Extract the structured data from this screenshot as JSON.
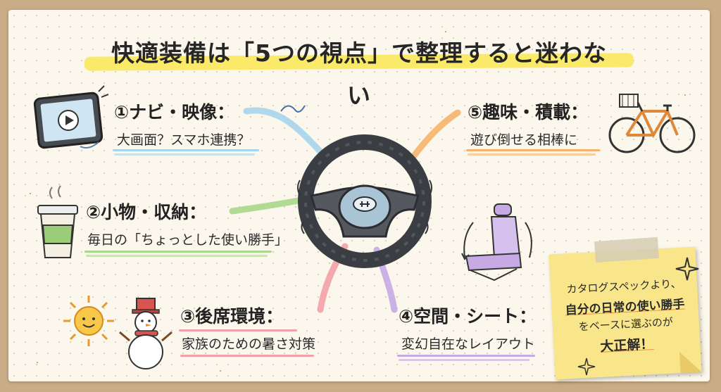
{
  "title": "快適装備は「5つの視点」で整理すると迷わない",
  "items": [
    {
      "heading": "①ナビ・映像：",
      "sub": "大画面？スマホ連携？",
      "color": "#a7d4ec"
    },
    {
      "heading": "②小物・収納：",
      "sub": "毎日の「ちょっとした使い勝手」",
      "color": "#a9d78b"
    },
    {
      "heading": "③後席環境：",
      "sub": "家族のための暑さ対策",
      "color": "#f2a0a7"
    },
    {
      "heading": "④空間・シート：",
      "sub": "変幻自在なレイアウト",
      "color": "#c7a9e3"
    },
    {
      "heading": "⑤趣味・積載：",
      "sub": "遊び倒せる相棒に",
      "color": "#f7b36c"
    }
  ],
  "note": {
    "line1": "カタログスペックより、",
    "line2": "自分の日常の使い勝手",
    "line3": "をベースに選ぶのが",
    "line4": "大正解！"
  },
  "colors": {
    "highlight": "#fbe96a",
    "note": "#f9e58a",
    "note_underline": "#f0903c"
  },
  "icons": [
    "tablet-icon",
    "coffee-cup-icon",
    "sun-icon",
    "snowman-icon",
    "steering-wheel-icon",
    "car-seat-icon",
    "bicycle-icon",
    "sparkle-icon"
  ]
}
